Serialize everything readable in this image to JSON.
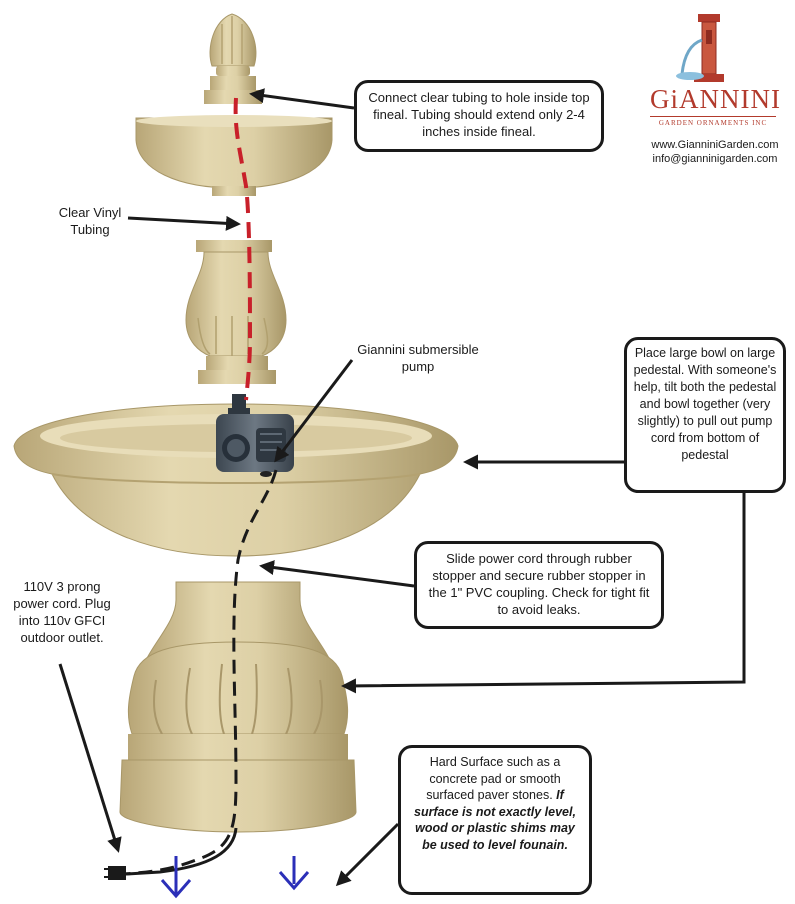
{
  "callouts": {
    "top_fineal": "Connect clear tubing to hole inside top fineal. Tubing should extend only 2-4 inches inside fineal.",
    "large_bowl": "Place large bowl on large pedestal. With someone's help, tilt both the pedestal and bowl together (very slightly) to pull out pump cord from bottom of pedestal",
    "power_cord": "Slide power cord through rubber stopper and secure rubber stopper in the 1\" PVC coupling. Check for tight fit to avoid leaks.",
    "surface_plain": "Hard Surface such as a concrete pad or smooth surfaced paver stones.",
    "surface_bold": "If surface is not exactly level, wood or plastic shims may be used to level founain."
  },
  "labels": {
    "tubing": "Clear Vinyl Tubing",
    "pump": "Giannini submersible pump",
    "plug": "110V 3 prong power cord. Plug into 110v GFCI outdoor outlet."
  },
  "logo": {
    "brand": "GiANNINI",
    "tagline": "GARDEN ORNAMENTS INC",
    "website": "www.GianniniGarden.com",
    "email": "info@gianninigarden.com"
  },
  "colors": {
    "stone": "#dccfa3",
    "stone_dark": "#b9a878",
    "tubing": "#c8202a",
    "cord": "#1a1a1a",
    "down_arrow": "#2b2fb8",
    "brand": "#b23a2c",
    "pump": "#4a5560"
  }
}
